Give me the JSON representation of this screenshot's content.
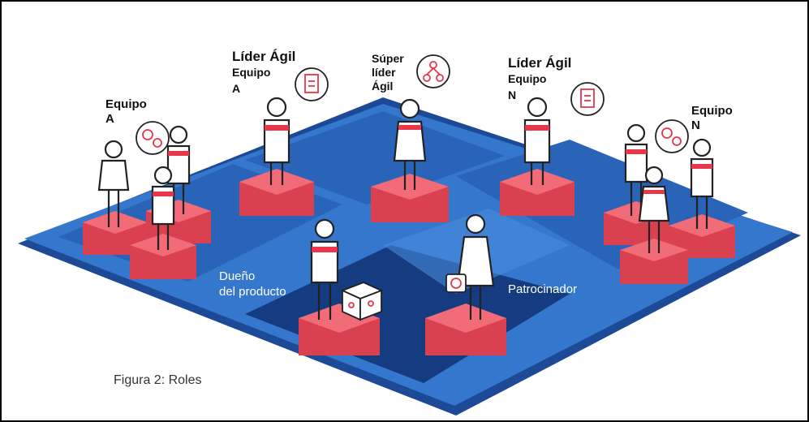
{
  "figure": {
    "caption": "Figura 2: Roles",
    "colors": {
      "board_dark": "#1f4f9f",
      "board_mid": "#2f6dc2",
      "board_light": "#4a8fe0",
      "path": "#153c80",
      "platform_top": "#f26b78",
      "platform_side": "#d94050",
      "person_stroke": "#222222",
      "accent_red": "#e8364b"
    },
    "labels": {
      "equipo_a_line1": "Equipo",
      "equipo_a_line2": "A",
      "lider_a_line1": "Líder Ágil",
      "lider_a_line2": "Equipo",
      "lider_a_line3": "A",
      "super_line1": "Súper",
      "super_line2": "líder",
      "super_line3": "Ágil",
      "lider_n_line1": "Líder Ágil",
      "lider_n_line2": "Equipo",
      "lider_n_line3": "N",
      "equipo_n_line1": "Equipo",
      "equipo_n_line2": "N",
      "dueno_line1": "Dueño",
      "dueno_line2": "del producto",
      "patrocinador": "Patrocinador"
    },
    "icons": [
      "gears-icon",
      "checklist-icon",
      "org-chart-icon",
      "gears-icon",
      "checklist-icon",
      "product-box-icon",
      "money-bag-icon"
    ]
  }
}
